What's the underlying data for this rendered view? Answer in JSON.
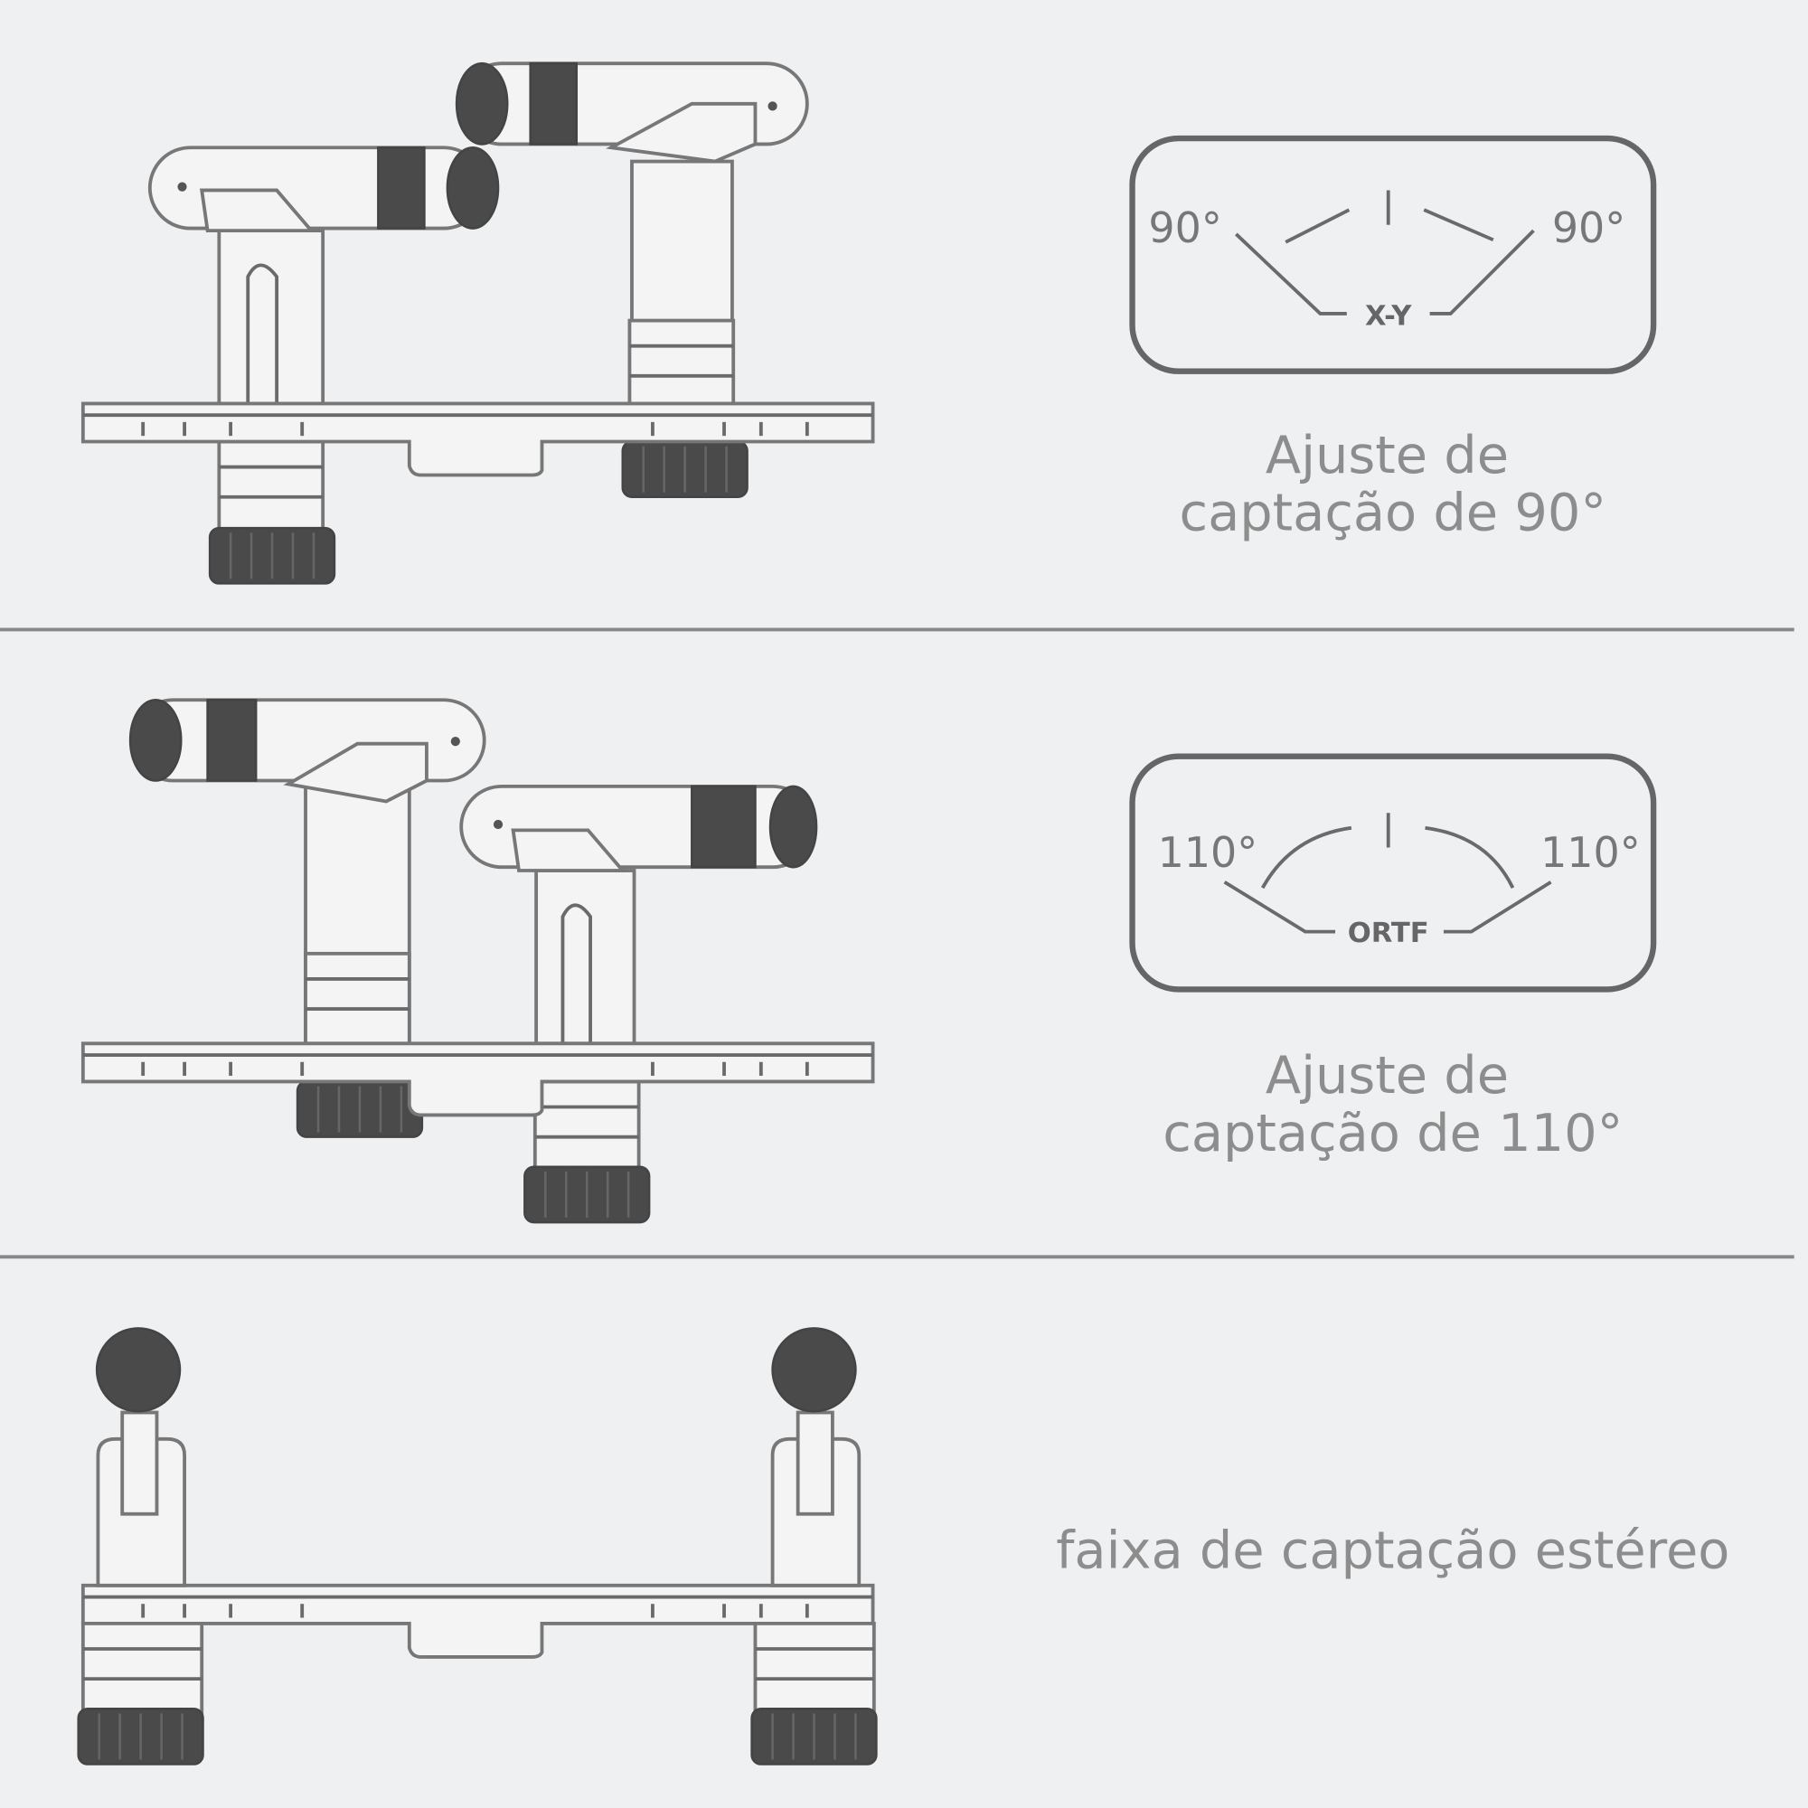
{
  "sections": [
    {
      "pattern": {
        "left_angle": "90°",
        "right_angle": "90°",
        "name": "X-Y"
      },
      "caption_line1": "Ajuste de",
      "caption_line2": "captação de 90°"
    },
    {
      "pattern": {
        "left_angle": "110°",
        "right_angle": "110°",
        "name": "ORTF"
      },
      "caption_line1": "Ajuste de",
      "caption_line2": "captação de 110°"
    },
    {
      "caption": "faixa de captação estéreo"
    }
  ],
  "colors": {
    "background": "#eff0f2",
    "line": "#6a6a6a",
    "dark_part": "#4a4a4a",
    "text": "#8d8d8d"
  }
}
